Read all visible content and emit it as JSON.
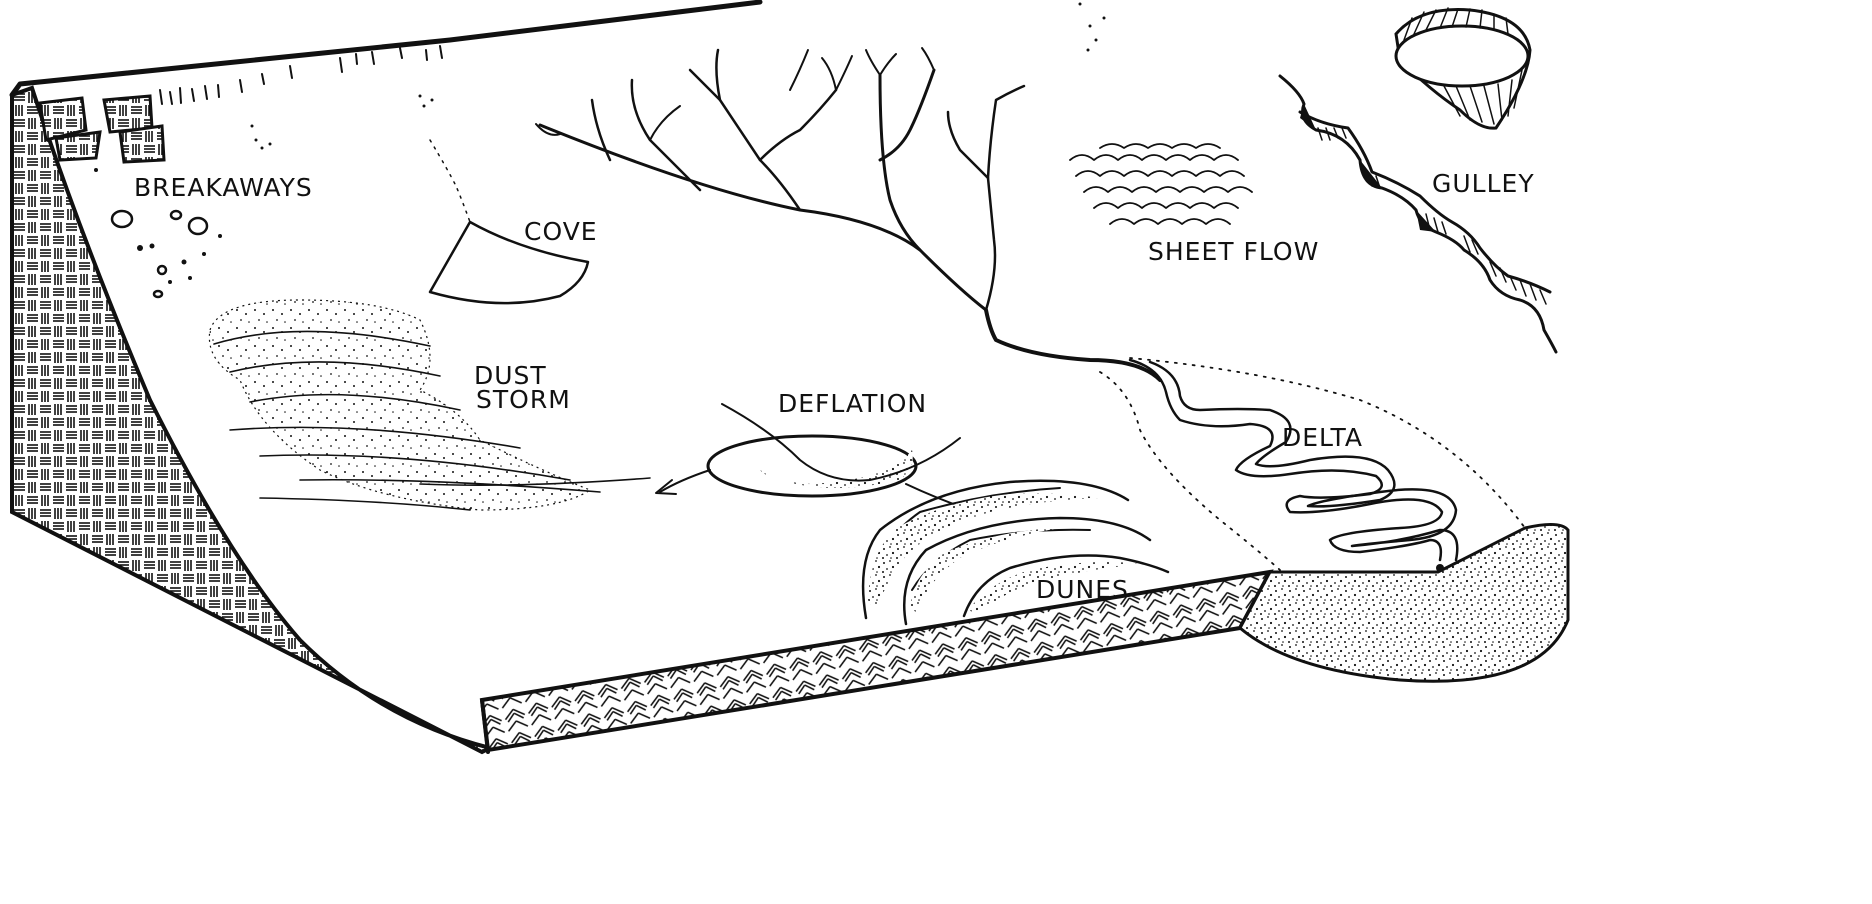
{
  "labels": {
    "breakaways": "BREAKAWAYS",
    "cove": "COVE",
    "sheet_flow": "SHEET FLOW",
    "gulley": "GULLEY",
    "dust": "DUST",
    "storm": "STORM",
    "deflation": "DEFLATION",
    "delta": "DELTA",
    "dunes": "DUNES"
  },
  "colors": {
    "ink": "#111111",
    "paper": "#ffffff"
  }
}
